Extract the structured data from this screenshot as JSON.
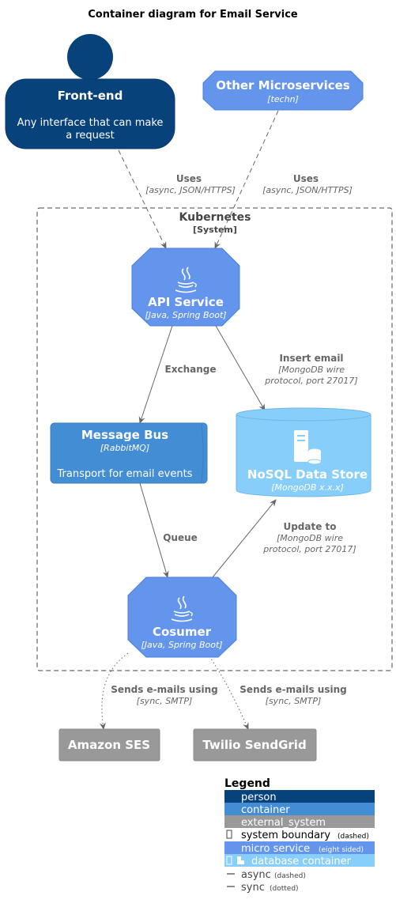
{
  "title": "Container diagram for Email Service",
  "frontend": {
    "name": "Front-end",
    "desc_line1": "Any interface that can make",
    "desc_line2": "a request"
  },
  "other": {
    "name": "Other Microservices",
    "tech": "[techn]"
  },
  "boundary": {
    "name": "Kubernetes",
    "type": "[System]"
  },
  "api": {
    "name": "API Service",
    "tech": "[Java, Spring Boot]"
  },
  "bus": {
    "name": "Message Bus",
    "tech": "[RabbitMQ]",
    "desc": "Transport for email events"
  },
  "nosql": {
    "name": "NoSQL Data Store",
    "tech": "[MongoDB x.x.x]"
  },
  "consumer": {
    "name": "Cosumer",
    "tech": "[Java, Spring Boot]"
  },
  "ses": {
    "name": "Amazon SES"
  },
  "twilio": {
    "name": "Twilio SendGrid"
  },
  "edges": {
    "fe_uses": {
      "label": "Uses",
      "tech": "[async, JSON/HTTPS]"
    },
    "other_uses": {
      "label": "Uses",
      "tech": "[async, JSON/HTTPS]"
    },
    "exchange": {
      "label": "Exchange"
    },
    "insert": {
      "label": "Insert email",
      "tech1": "[MongoDB wire",
      "tech2": "protocol, port 27017]"
    },
    "queue": {
      "label": "Queue"
    },
    "update": {
      "label": "Update to",
      "tech1": "[MongoDB wire",
      "tech2": "protocol, port 27017]"
    },
    "ses_send": {
      "label": "Sends e-mails using",
      "tech": "[sync, SMTP]"
    },
    "twilio_send": {
      "label": "Sends e-mails using",
      "tech": "[sync, SMTP]"
    }
  },
  "legend": {
    "title": "Legend",
    "person": "person",
    "container": "container",
    "external": "external_system",
    "boundary": "system boundary",
    "boundary_note": "(dashed)",
    "micro": "micro service",
    "micro_note": "(eight sided)",
    "db": "database container",
    "async": "async",
    "async_note": "(dashed)",
    "sync": "sync",
    "sync_note": "(dotted)"
  },
  "colors": {
    "person": "#08427b",
    "container": "#438dd5",
    "external": "#999999",
    "micro": "#6495ed",
    "database": "#87cefa"
  },
  "icons": {
    "java": "java-icon",
    "database": "database-server-icon"
  }
}
